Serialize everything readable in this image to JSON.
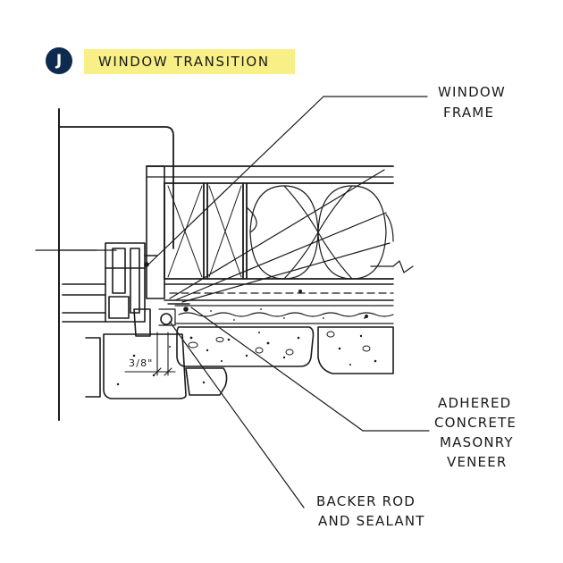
{
  "header": {
    "badge_letter": "J",
    "title": "WINDOW TRANSITION",
    "badge_color": "#0e2a4f",
    "title_highlight_color": "#f8ef86"
  },
  "labels": {
    "window_frame_line1": "WINDOW",
    "window_frame_line2": "FRAME",
    "veneer_line1": "ADHERED",
    "veneer_line2": "CONCRETE",
    "veneer_line3": "MASONRY",
    "veneer_line4": "VENEER",
    "backer_line1": "BACKER ROD",
    "backer_line2": "AND SEALANT",
    "dimension": "3/8\""
  }
}
